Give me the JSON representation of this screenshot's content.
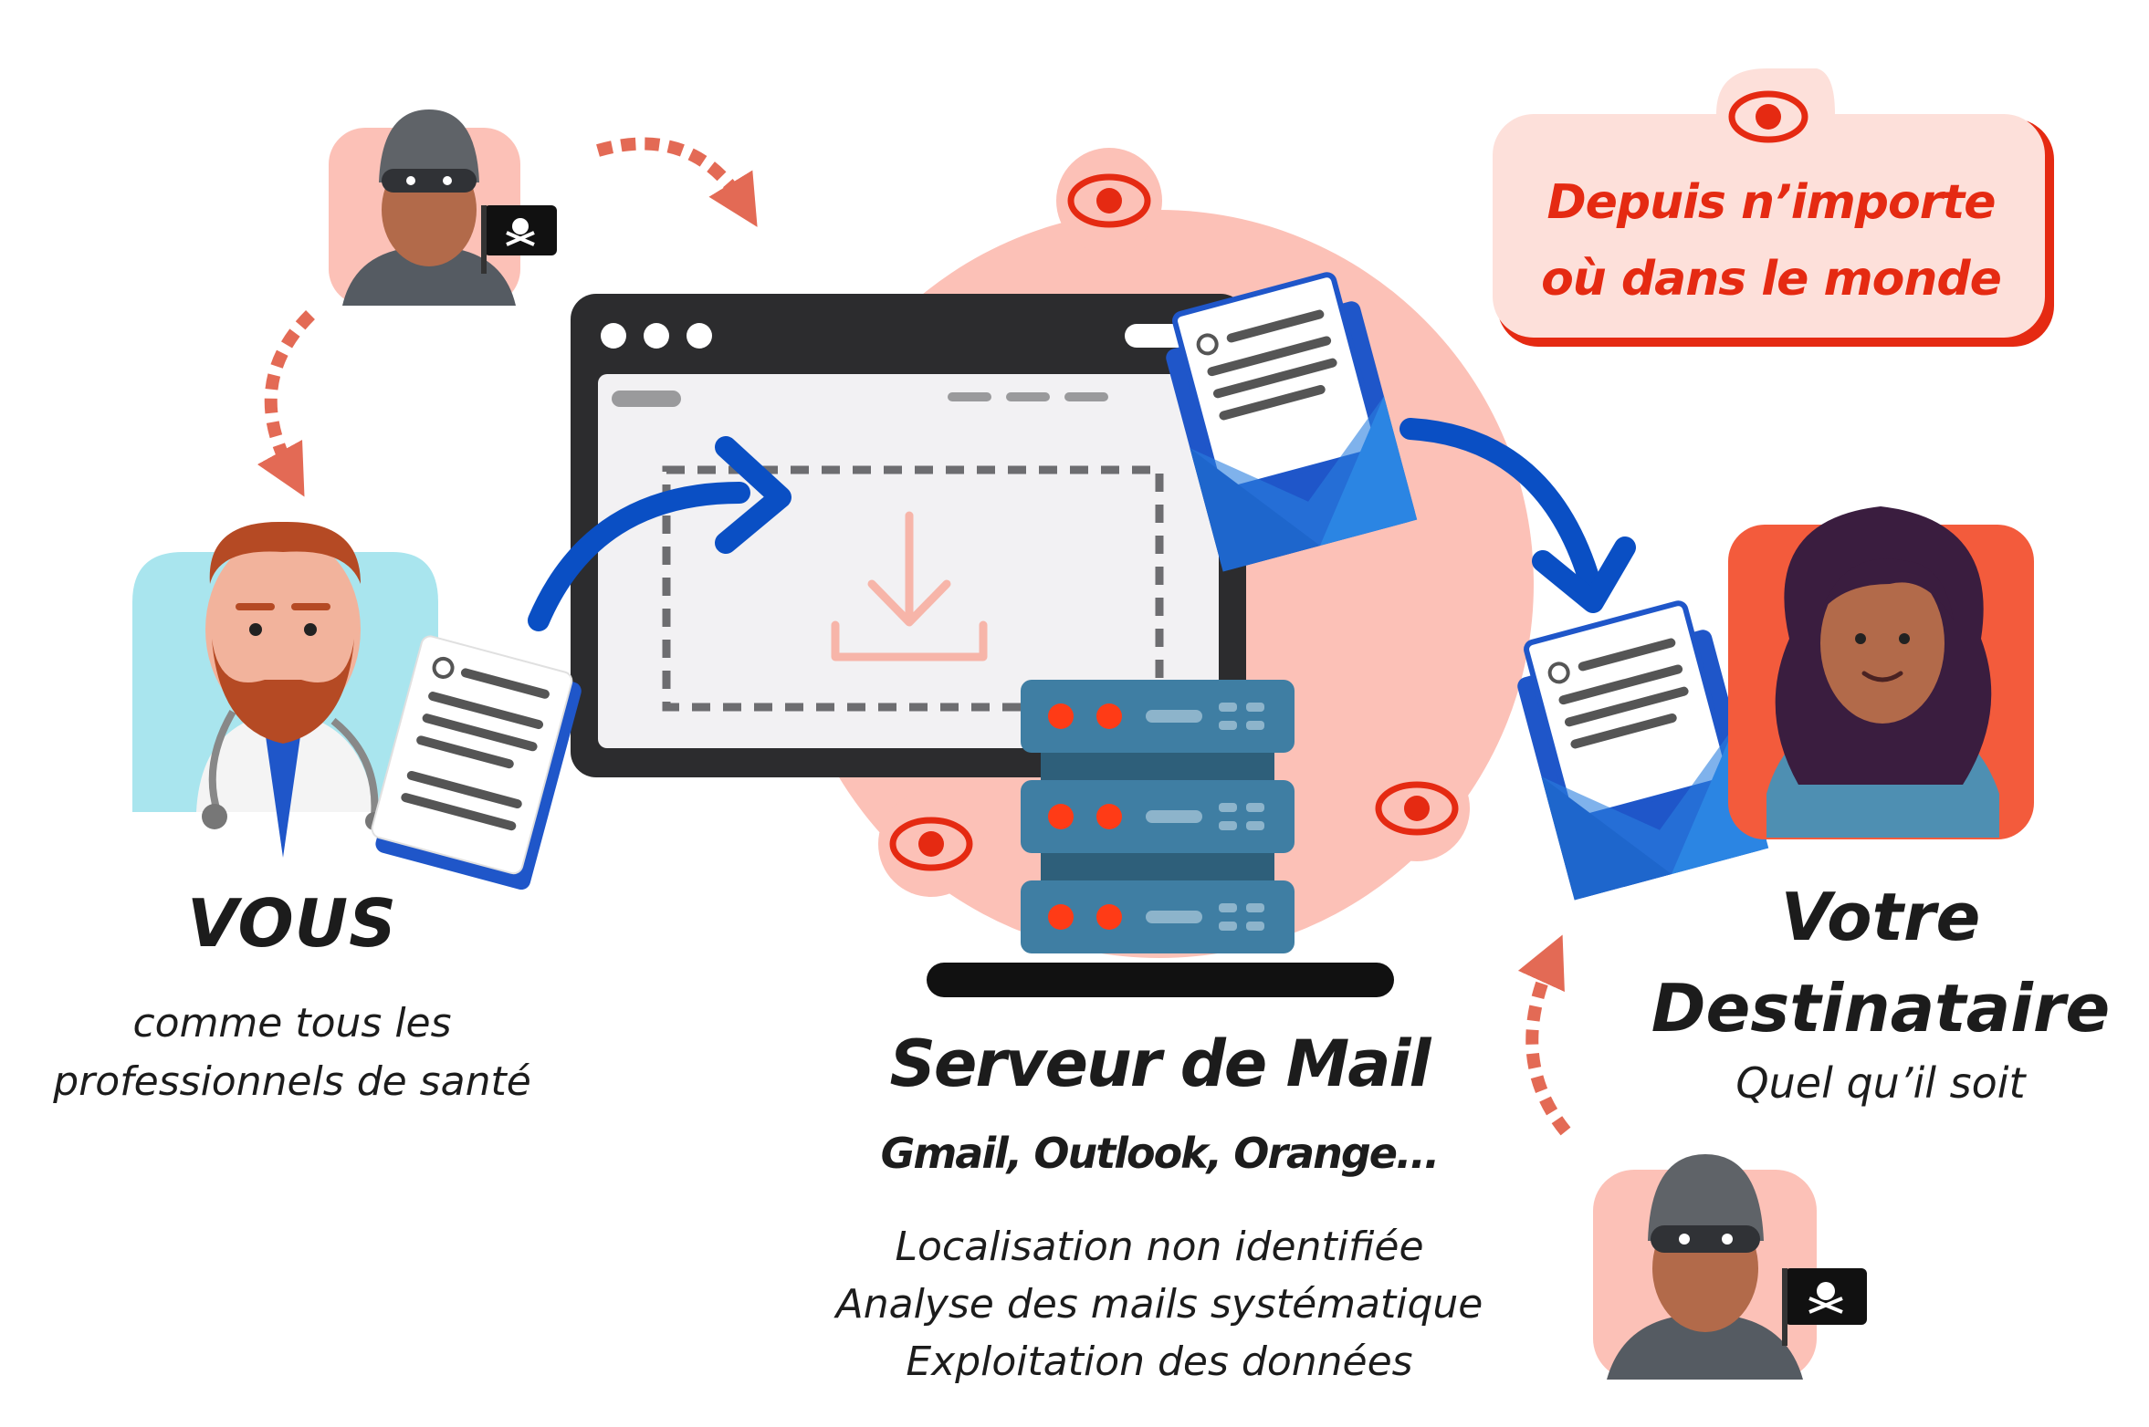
{
  "you": {
    "title": "VOUS",
    "subtitle_lines": [
      "comme tous les",
      "professionnels de santé"
    ]
  },
  "server": {
    "title": "Serveur de Mail",
    "providers": "Gmail, Outlook, Orange...",
    "notes": [
      "Localisation non identifiée",
      "Analyse des mails systématique",
      "Exploitation des données"
    ]
  },
  "recipient": {
    "title_lines": [
      "Votre",
      "Destinataire"
    ],
    "subtitle": "Quel qu’il soit"
  },
  "callout": {
    "lines": [
      "Depuis n’importe",
      "où dans le monde"
    ]
  },
  "colors": {
    "pink_bg": "#fcc1b7",
    "red_accent": "#e52a12",
    "dark_blue_arrow": "#0a4fc4",
    "server_blue": "#3f7ea3",
    "dashed_arrow": "#e36a55",
    "browser_frame": "#2c2c2e"
  },
  "icons": [
    "eye-icon",
    "hacker-avatar",
    "pirate-flag-icon",
    "doctor-avatar",
    "woman-avatar",
    "document-icon",
    "envelope-icon",
    "download-icon",
    "server-icon",
    "browser-window"
  ]
}
